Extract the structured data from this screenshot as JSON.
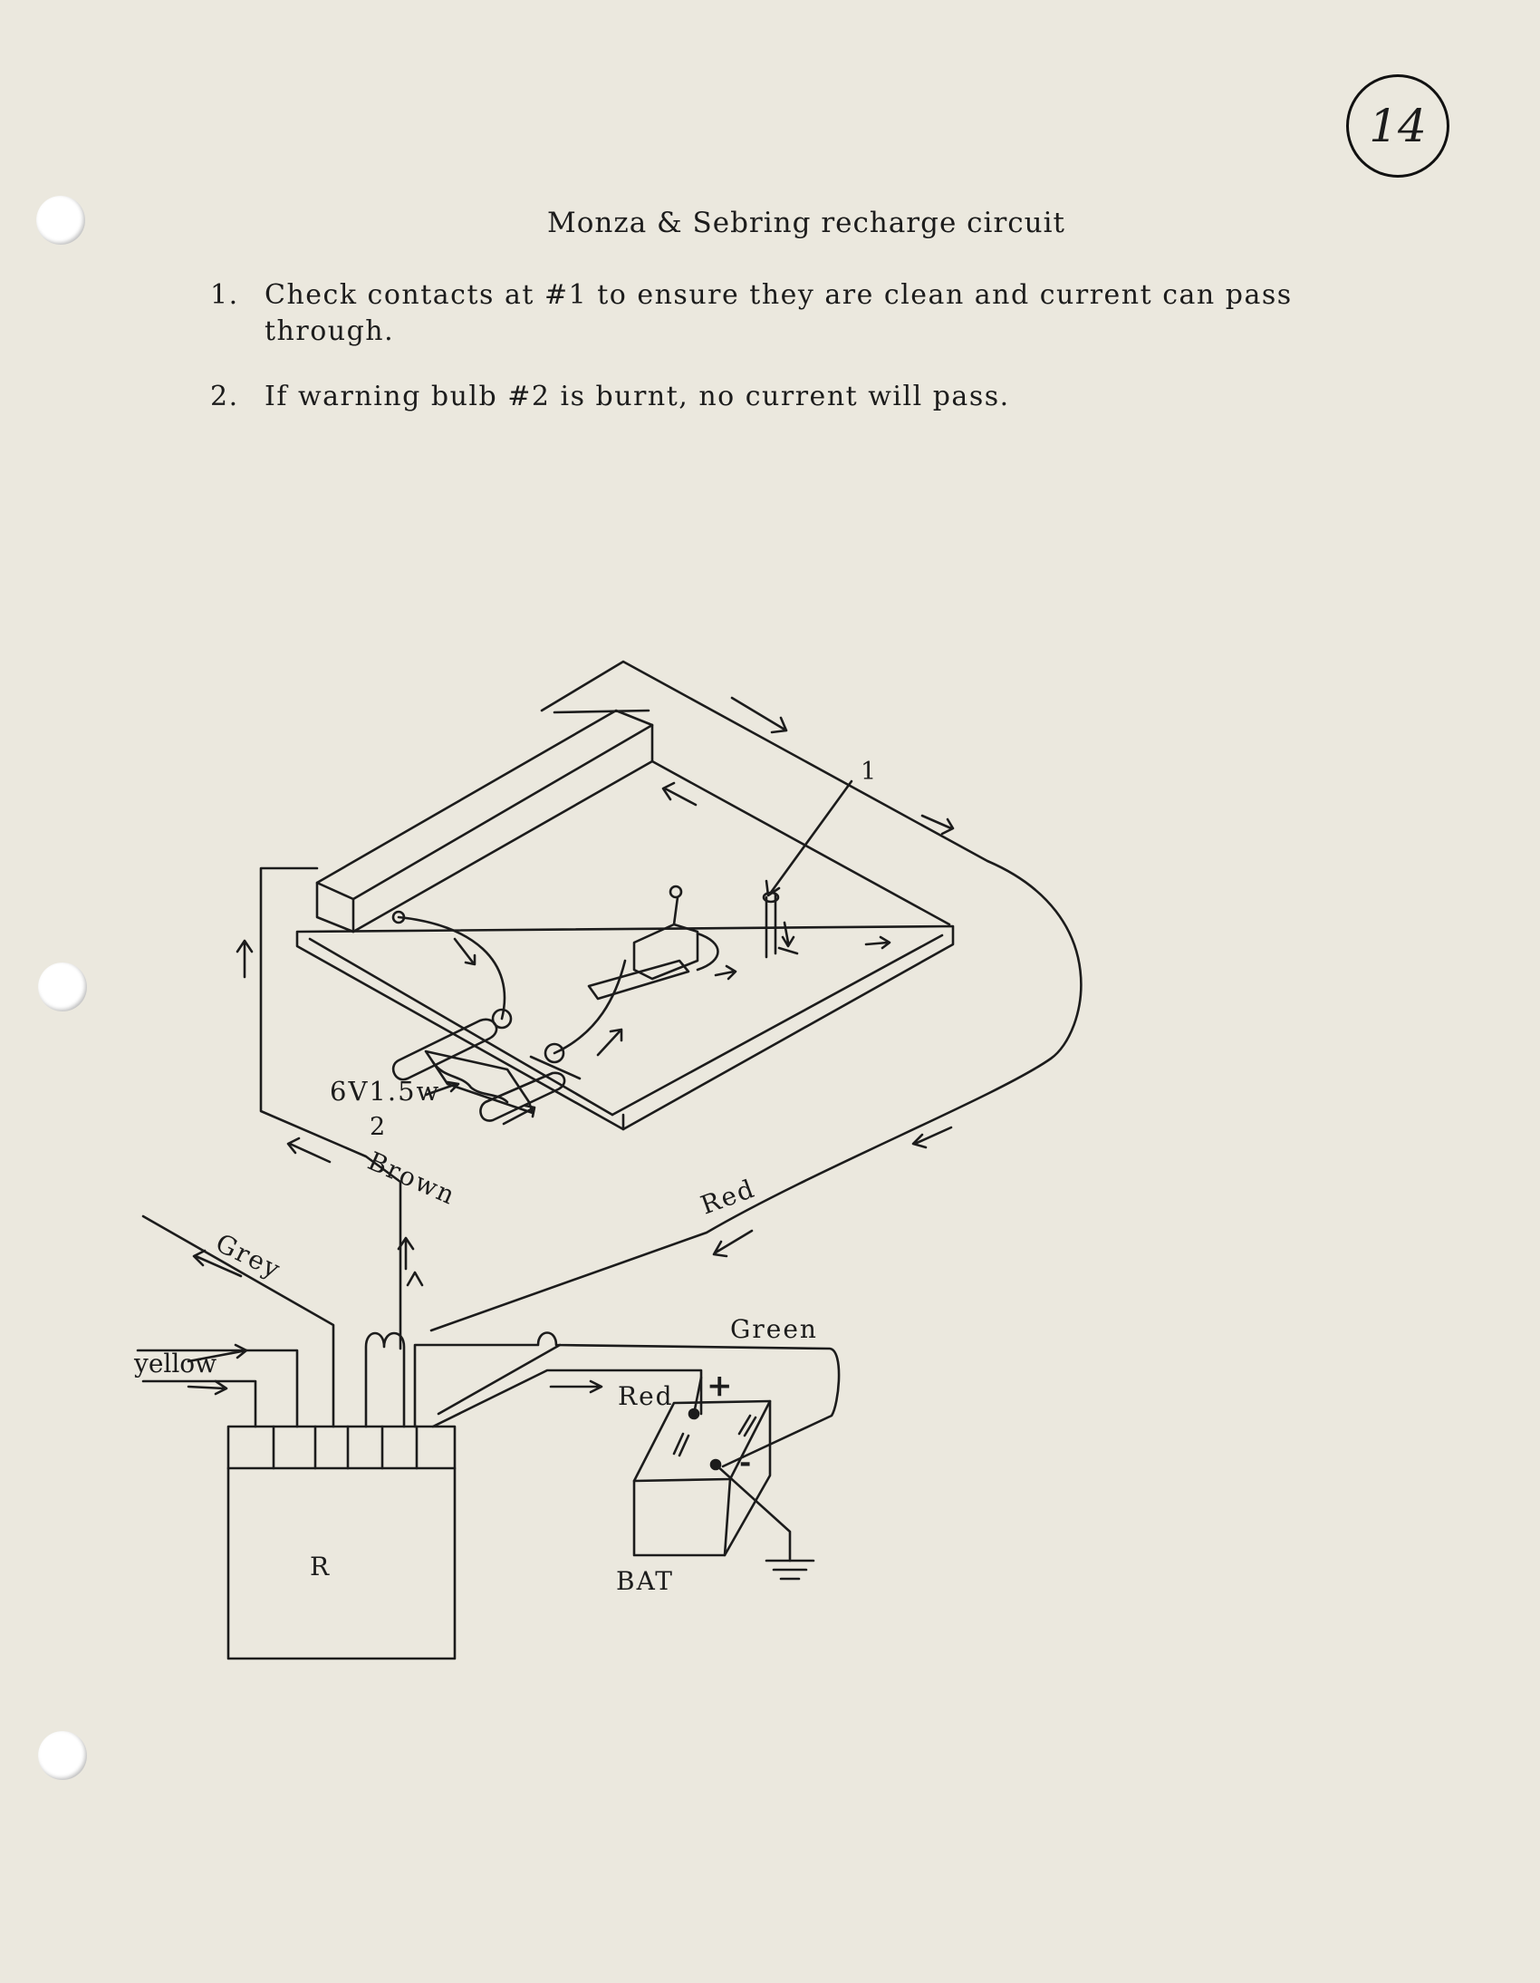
{
  "page_number": "14",
  "title": "Monza & Sebring recharge circuit",
  "instructions": [
    {
      "number": "1.",
      "line1": "Check contacts at #1 to ensure they are clean and current can pass",
      "line2": "through."
    },
    {
      "number": "2.",
      "line1": "If warning bulb #2 is burnt, no current will pass."
    }
  ],
  "diagram": {
    "contact_label": "1",
    "bulb_spec": "6V1.5w",
    "bulb_number": "2",
    "wire_brown": "Brown",
    "wire_grey": "Grey",
    "wire_yellow": "yellow",
    "wire_red_upper": "Red",
    "wire_green": "Green",
    "wire_red_lower": "Red",
    "regulator_label": "R",
    "battery_label": "BAT",
    "battery_plus": "+",
    "battery_minus": "-"
  }
}
